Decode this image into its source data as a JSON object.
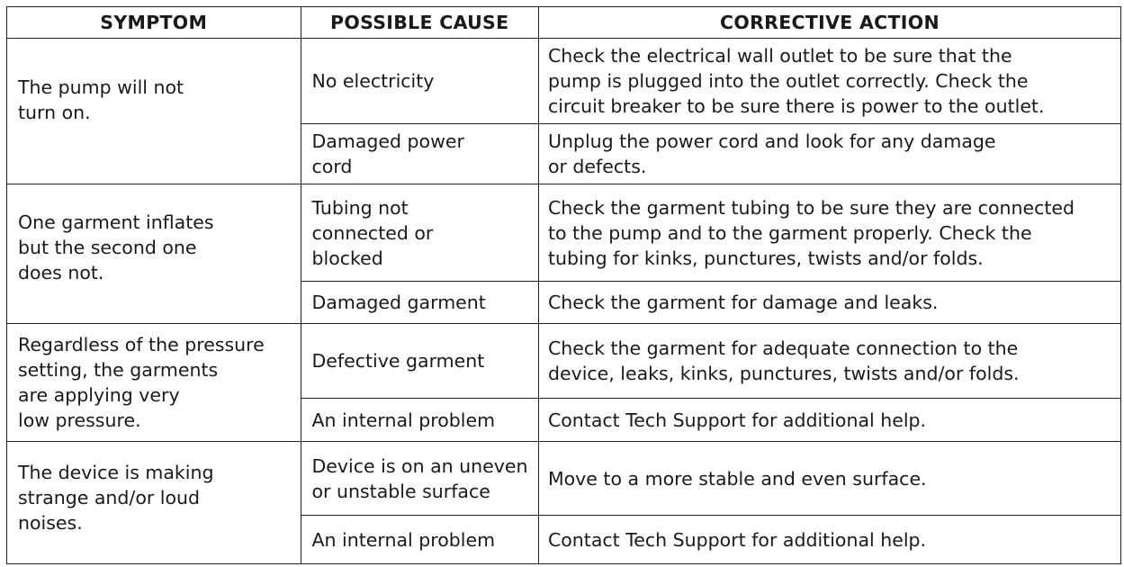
{
  "headers": {
    "symptom": "SYMPTOM",
    "cause": "POSSIBLE CAUSE",
    "action": "CORRECTIVE ACTION"
  },
  "groups": [
    {
      "symptom": "The pump will not\nturn on.",
      "rows": [
        {
          "cause": "No electricity",
          "action": "Check the electrical wall outlet to be sure that the\npump is plugged into the outlet correctly. Check the\ncircuit breaker to be sure there is power to the outlet."
        },
        {
          "cause": "Damaged power\ncord",
          "action": "Unplug the power cord and look for any damage\nor defects."
        }
      ]
    },
    {
      "symptom": "One garment inflates\nbut the second one\ndoes not.",
      "rows": [
        {
          "cause": "Tubing not\nconnected or\nblocked",
          "action": "Check the garment tubing to be sure they are connected\nto the pump and to the garment properly. Check the\ntubing for kinks, punctures, twists and/or folds."
        },
        {
          "cause": "Damaged garment",
          "action": "Check the garment for damage and leaks."
        }
      ]
    },
    {
      "symptom": "Regardless of the pressure\nsetting, the garments\nare applying very\nlow pressure.",
      "rows": [
        {
          "cause": "Defective garment",
          "action": "Check the garment for adequate connection to the\ndevice, leaks, kinks, punctures, twists and/or folds."
        },
        {
          "cause": "An internal problem",
          "action": "Contact Tech Support for additional help."
        }
      ]
    },
    {
      "symptom": "The device is making\nstrange and/or loud\nnoises.",
      "rows": [
        {
          "cause": "Device is on an uneven\nor unstable surface",
          "action": "Move to a more stable and even surface."
        },
        {
          "cause": "An internal problem",
          "action": "Contact Tech Support for additional help."
        }
      ]
    }
  ]
}
